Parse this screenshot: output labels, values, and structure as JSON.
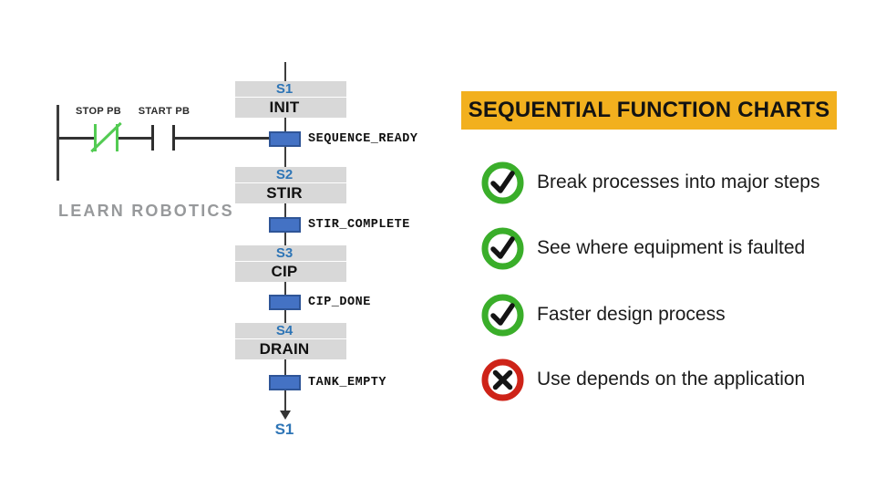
{
  "watermark": "LEARN ROBOTICS",
  "ladder": {
    "contacts": [
      {
        "label": "STOP PB",
        "type": "normally-closed"
      },
      {
        "label": "START PB",
        "type": "normally-open"
      }
    ]
  },
  "sfc": {
    "steps": [
      {
        "id": "S1",
        "name": "INIT",
        "transition": "SEQUENCE_READY"
      },
      {
        "id": "S2",
        "name": "STIR",
        "transition": "STIR_COMPLETE"
      },
      {
        "id": "S3",
        "name": "CIP",
        "transition": "CIP_DONE"
      },
      {
        "id": "S4",
        "name": "DRAIN",
        "transition": "TANK_EMPTY"
      }
    ],
    "loop_target": "S1"
  },
  "panel": {
    "title": "SEQUENTIAL FUNCTION CHARTS",
    "items": [
      {
        "icon": "check-icon",
        "text": "Break processes into major steps"
      },
      {
        "icon": "check-icon",
        "text": "See where equipment is faulted"
      },
      {
        "icon": "check-icon",
        "text": "Faster design process"
      },
      {
        "icon": "cross-icon",
        "text": "Use depends on the application"
      }
    ]
  },
  "colors": {
    "step_bar_gray": "#d8d8d8",
    "step_id_blue": "#2e75b6",
    "transition_fill": "#4472c4",
    "transition_border": "#2f5597",
    "banner_yellow": "#f2b01e",
    "check_green": "#3aae2a",
    "cross_red": "#ce2318",
    "contact_green": "#53cb53",
    "watermark_gray": "#97999b"
  }
}
